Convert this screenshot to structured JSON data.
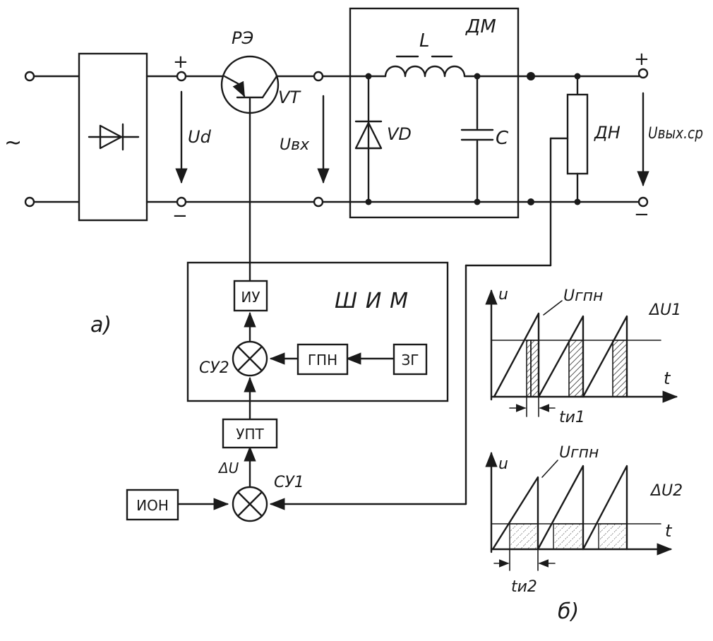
{
  "labels": {
    "ac_symbol": "~",
    "plus_in": "+",
    "minus_in": "−",
    "ud": "Ud",
    "re": "РЭ",
    "vt": "VT",
    "uin": "Uвх",
    "dm": "ДМ",
    "l": "L",
    "vd": "VD",
    "c": "C",
    "dn": "ДН",
    "plus_out": "+",
    "minus_out": "−",
    "uout": "Uвых.ср",
    "part_a": "a)",
    "part_b": "б)"
  },
  "blocks": {
    "shim": "ШИМ",
    "iu": "ИУ",
    "su2": "СУ2",
    "gpn": "ГПН",
    "zg": "ЗГ",
    "upt": "УПТ",
    "delta_u": "ΔU",
    "su1": "СУ1",
    "ion": "ИОН"
  },
  "graph1": {
    "u_axis": "u",
    "t_axis": "t",
    "ramp_label": "Uгпн",
    "level_label": "ΔU1",
    "pulse_label": "tи1"
  },
  "graph2": {
    "u_axis": "u",
    "t_axis": "t",
    "ramp_label": "Uгпн",
    "level_label": "ΔU2",
    "pulse_label": "tи2"
  },
  "colors": {
    "ink": "#1a1a1a",
    "paper": "#ffffff"
  }
}
